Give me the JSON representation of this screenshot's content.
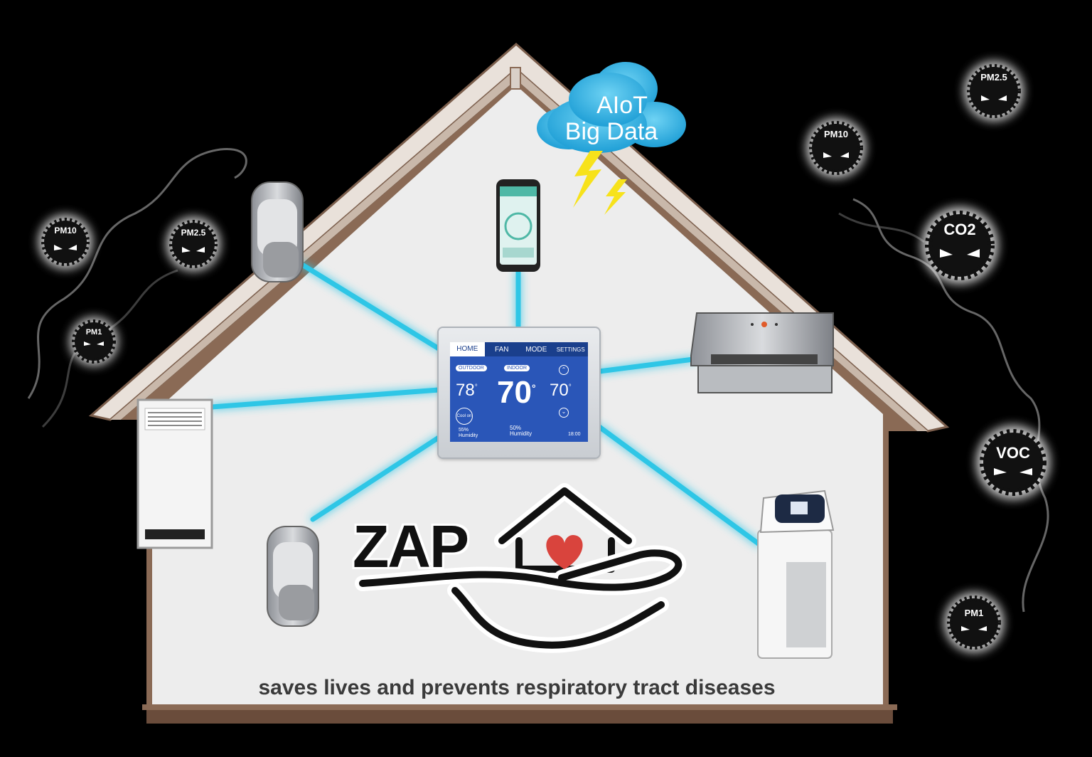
{
  "cloud": {
    "line1": "AIoT",
    "line2": "Big Data"
  },
  "thermostat": {
    "tabs": [
      "HOME",
      "FAN",
      "MODE",
      "SETTINGS"
    ],
    "outdoor_label": "OUTDOOR",
    "indoor_label": "INDOOR",
    "outdoor_temp": "78",
    "indoor_temp": "70",
    "set_temp": "70",
    "degree": "°",
    "mode_button": "Cool on",
    "outdoor_humidity": "55%",
    "outdoor_humidity_label": "Humidity",
    "indoor_humidity": "50%",
    "indoor_humidity_label": "Humidity",
    "time": "18:00"
  },
  "logo": {
    "text": "ZAP"
  },
  "tagline": "saves lives and prevents respiratory tract diseases",
  "pollutants": {
    "left_pm10": "PM10",
    "left_pm25": "PM2.5",
    "left_pm1": "PM1",
    "right_pm25": "PM2.5",
    "right_pm10": "PM10",
    "co2": "CO2",
    "voc": "VOC",
    "right_pm1": "PM1"
  },
  "colors": {
    "background": "#000000",
    "wall": "#ededed",
    "roof_trim": "#8a6a55",
    "connection": "#2ec6e6",
    "cloud": "#35b6e6",
    "lightning": "#f7e21b",
    "thermostat_screen": "#2a56b8",
    "heart": "#d9443d"
  }
}
